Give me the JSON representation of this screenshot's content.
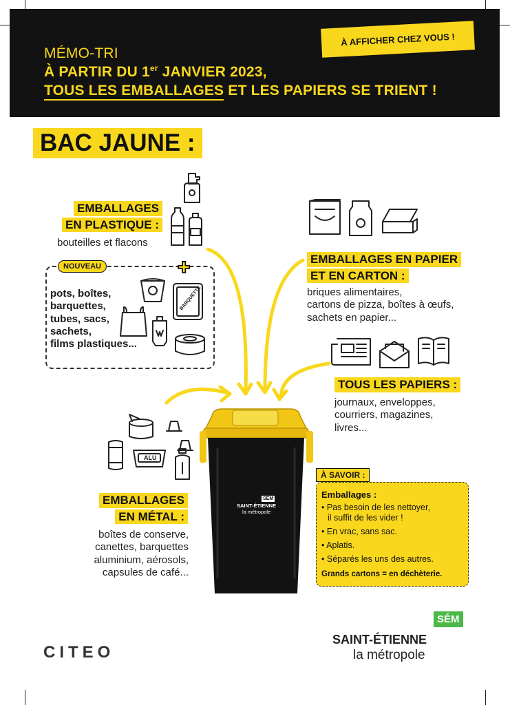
{
  "header": {
    "sticker": "À AFFICHER CHEZ VOUS !",
    "memo": "MÉMO-TRI",
    "line2_pre": "À PARTIR DU 1",
    "line2_sup": "er",
    "line2_post": " JANVIER 2023,",
    "line3_ul": "TOUS LES EMBALLAGES",
    "line3_post": " ET LES PAPIERS SE TRIENT !"
  },
  "bac_title": "BAC JAUNE :",
  "plastique": {
    "title1": "EMBALLAGES",
    "title2": "EN PLASTIQUE :",
    "desc": "bouteilles et flacons"
  },
  "nouveau": {
    "badge": "NOUVEAU",
    "items": [
      "pots, boîtes,",
      "barquettes,",
      "tubes, sacs,",
      "sachets,",
      "films plastiques..."
    ],
    "barquette_label": "BARQUETTE"
  },
  "papier_carton": {
    "title1": "EMBALLAGES EN PAPIER",
    "title2": "ET EN CARTON :",
    "desc": [
      "briques alimentaires,",
      "cartons de pizza, boîtes à œufs,",
      "sachets en papier..."
    ]
  },
  "papiers": {
    "title": "TOUS LES PAPIERS :",
    "desc": [
      "journaux, enveloppes,",
      "courriers, magazines,",
      "livres..."
    ]
  },
  "metal": {
    "title1": "EMBALLAGES",
    "title2": "EN MÉTAL :",
    "desc": [
      "boîtes de conserve,",
      "canettes, barquettes",
      "aluminium, aérosols,",
      "capsules de café..."
    ],
    "alu_label": "ALU"
  },
  "savoir": {
    "badge": "À SAVOIR :",
    "heading": "Emballages :",
    "bullets": [
      "Pas besoin de les nettoyer,",
      "il suffit de les vider !",
      "En vrac, sans sac.",
      "Aplatis.",
      "Séparés les uns des autres."
    ],
    "footer": "Grands cartons = en déchèterie."
  },
  "bin_label": {
    "badge": "SÉM",
    "name": "SAINT-ÉTIENNE",
    "sub": "la métropole"
  },
  "logos": {
    "citeo": "CITEO",
    "sem_badge": "SÉM",
    "sem_name": "SAINT-ÉTIENNE",
    "sem_sub": "la métropole"
  },
  "colors": {
    "yellow": "#f9d71c",
    "black": "#121212",
    "green": "#4cb848"
  }
}
